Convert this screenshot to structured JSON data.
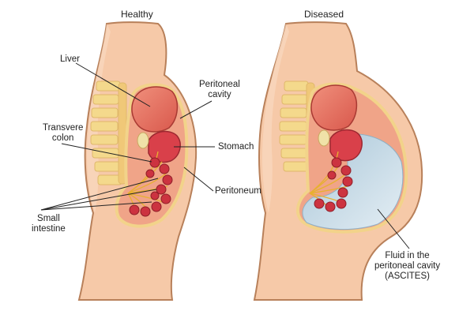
{
  "panels": [
    {
      "title": "Healthy"
    },
    {
      "title": "Diseased"
    }
  ],
  "labels": {
    "liver": "Liver",
    "peritoneal_cavity": [
      "Peritoneal",
      "cavity"
    ],
    "transverse_colon": [
      "Transvere",
      "colon"
    ],
    "stomach": "Stomach",
    "peritoneum": "Peritoneum",
    "small_intestine": [
      "Small",
      "intestine"
    ],
    "fluid": [
      "Fluid in the",
      "peritoneal cavity",
      "(ASCITES)"
    ]
  },
  "colors": {
    "skin": "#f6c9a8",
    "skin_outline": "#b8805a",
    "liver": "#e2675a",
    "stomach": "#d9404a",
    "intestine": "#cc3340",
    "peritoneum": "#f2d38a",
    "vertebra": "#f4d98c",
    "fluid": "#c9dbe6"
  }
}
